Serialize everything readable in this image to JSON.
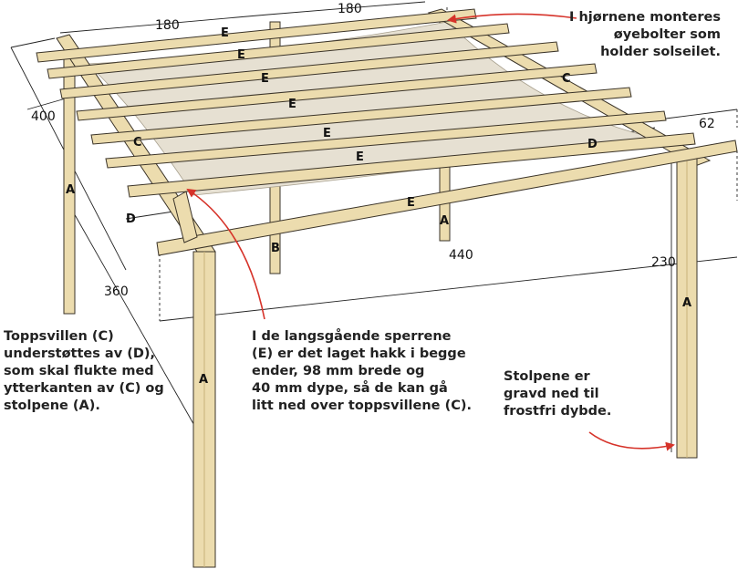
{
  "dimensions": {
    "width_a": "180",
    "width_b": "180",
    "depth": "400",
    "length": "440",
    "side": "360",
    "height": "230",
    "overhang": "62"
  },
  "parts": {
    "post": "A",
    "post_inner": "B",
    "top_plate": "C",
    "support": "D",
    "rafter": "E"
  },
  "notes": {
    "corner": [
      "I hjørnene monteres",
      "øyebolter som",
      "holder solseilet."
    ],
    "topplate": [
      "Toppsvillen (C)",
      "understøttes av (D),",
      "som skal flukte med",
      "ytterkanten av (C) og",
      "stolpene (A)."
    ],
    "rafters": [
      "I de langsgående sperrene",
      "(E) er det laget hakk i begge",
      "ender, 98 mm brede og",
      "40 mm dype, så de kan gå",
      "litt ned over toppsvillene (C)."
    ],
    "posts": [
      "Stolpene er",
      "gravd ned til",
      "frostfri dybde."
    ]
  },
  "colors": {
    "wood": "#ecdcae",
    "wood_dark": "#c9b27a",
    "sail": "#e6e0d2",
    "outline": "#3a3328",
    "arrow": "#d6332a"
  }
}
